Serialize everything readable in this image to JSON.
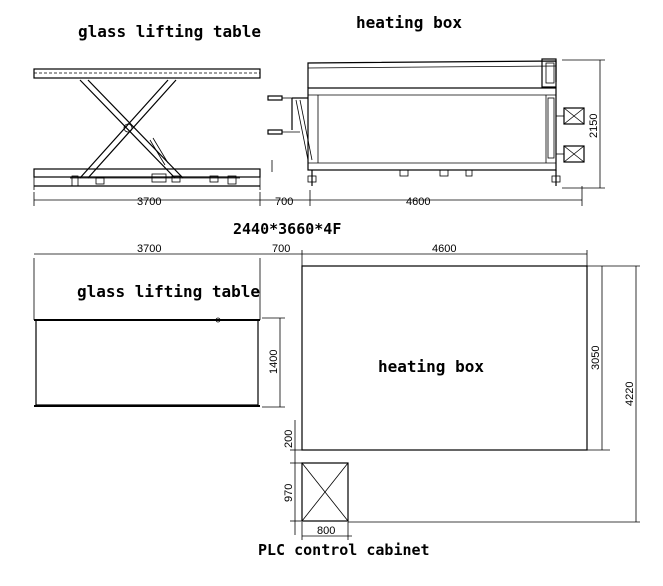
{
  "labels": {
    "lifting_table_top": "glass lifting table",
    "heating_box_top": "heating box",
    "glass_spec": "2440*3660*4F",
    "lifting_table_plan": "glass lifting table",
    "heating_box_plan": "heating box",
    "plc_cabinet": "PLC control cabinet"
  },
  "dimensions": {
    "elev_table_len": "3700",
    "elev_gap": "700",
    "elev_box_len": "4600",
    "elev_height": "2150",
    "plan_table_len": "3700",
    "plan_gap": "700",
    "plan_box_len": "4600",
    "plan_table_width": "1400",
    "plan_box_width": "3050",
    "plan_total_width": "4220",
    "plan_cab_gap": "200",
    "plan_cab_depth": "970",
    "plan_cab_width": "800"
  }
}
